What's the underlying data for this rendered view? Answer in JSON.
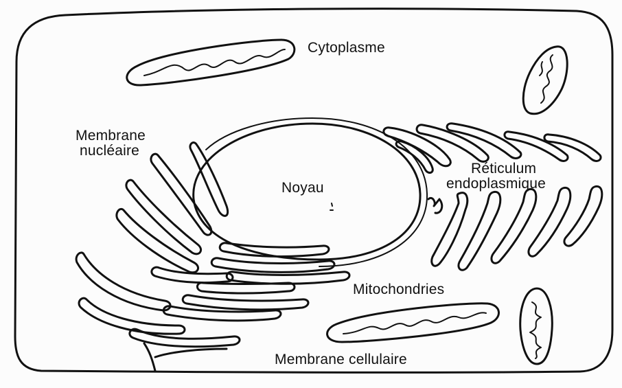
{
  "diagram": {
    "labels": {
      "cytoplasm": "Cytoplasme",
      "nuclear_membrane_1": "Membrane",
      "nuclear_membrane_2": "nucléaire",
      "nucleus": "Noyau",
      "er_1": "Réticulum",
      "er_2": "endoplasmique",
      "mitochondria": "Mitochondries",
      "cell_membrane": "Membrane cellulaire"
    },
    "colors": {
      "ink": "#111111",
      "background": "#fcfcfc"
    }
  }
}
